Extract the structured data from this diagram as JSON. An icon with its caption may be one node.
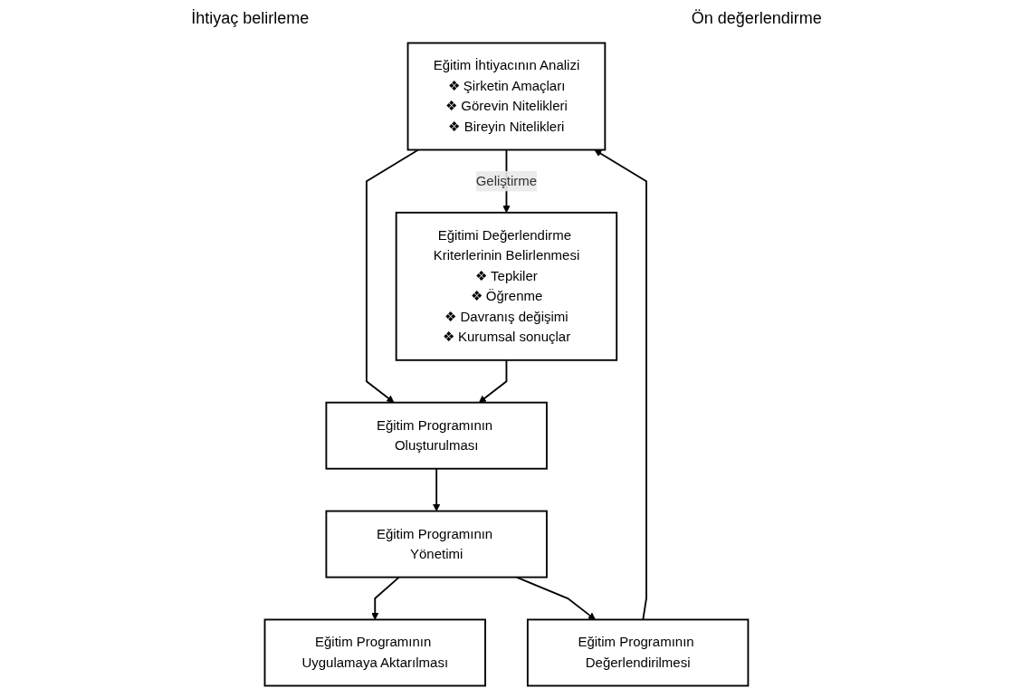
{
  "diagram": {
    "nodes": [
      {
        "text": [
          "Eğitim İhtiyacının Analizi",
          "❖ Şirketin Amaçları",
          "❖ Görevin Nitelikleri",
          "❖ Bireyin Nitelikleri"
        ]
      },
      {
        "text": [
          "Eğitimi Değerlendirme Kriterlerinin Belirlenmesi",
          "❖ Tepkiler",
          "❖ Öğrenme",
          "❖ Davranış değişimi",
          "❖ Kurumsal sonuçlar"
        ]
      },
      {
        "text": [
          "Eğitim Programının Oluşturulması"
        ]
      },
      {
        "text": [
          "Eğitim Programının Yönetimi"
        ]
      },
      {
        "text": [
          "Eğitim Programının Uygulamaya Aktarılması"
        ]
      },
      {
        "text": [
          "Eğitim Programının Değerlendirilmesi"
        ]
      }
    ],
    "edges": [
      {
        "from": 0,
        "to": 1,
        "arrow": "to",
        "label": "Geliştirme"
      },
      {
        "from": 0,
        "to": 2,
        "arrow": "to"
      },
      {
        "from": 1,
        "to": 2,
        "arrow": "to"
      },
      {
        "from": 2,
        "to": 3,
        "arrow": "to"
      },
      {
        "from": 3,
        "to": 4,
        "arrow": "to"
      },
      {
        "from": 3,
        "to": 5,
        "arrow": "to"
      },
      {
        "from": 5,
        "to": 0,
        "arrow": "to"
      }
    ],
    "labels": [
      "İhtiyaç belirleme",
      "Ön değerlendirme"
    ]
  }
}
